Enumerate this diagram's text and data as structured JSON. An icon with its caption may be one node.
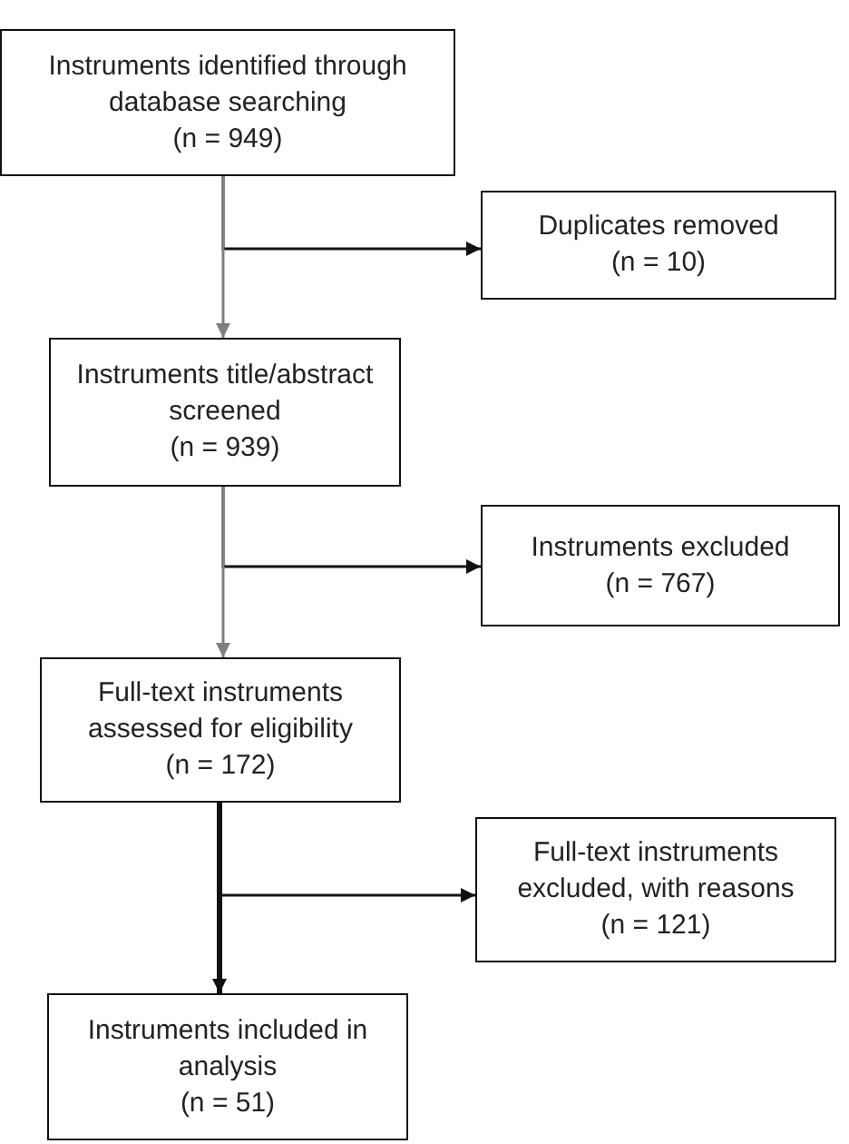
{
  "diagram": {
    "nodes": [
      {
        "text": [
          "Instruments identified through database searching",
          "(n = 949)"
        ]
      },
      {
        "text": [
          "Duplicates removed",
          "(n = 10)"
        ]
      },
      {
        "text": [
          "Instruments title/abstract screened",
          "(n = 939)"
        ]
      },
      {
        "text": [
          "Instruments excluded",
          "(n = 767)"
        ]
      },
      {
        "text": [
          "Full-text instruments assessed for eligibility",
          "(n = 172)"
        ]
      },
      {
        "text": [
          "Full-text instruments excluded, with reasons",
          "(n = 121)"
        ]
      },
      {
        "text": [
          "Instruments included in analysis",
          "(n = 51)"
        ]
      }
    ],
    "edges": [
      {
        "from": 0,
        "to": 1,
        "arrow": "to"
      },
      {
        "from": 0,
        "to": 2,
        "arrow": "to",
        "color": "#7f7f7f"
      },
      {
        "from": 2,
        "to": 3,
        "arrow": "to"
      },
      {
        "from": 2,
        "to": 4,
        "arrow": "to",
        "color": "#7f7f7f"
      },
      {
        "from": 4,
        "to": 5,
        "arrow": "to"
      },
      {
        "from": 4,
        "to": 6,
        "arrow": "to",
        "style": "thick"
      }
    ]
  }
}
